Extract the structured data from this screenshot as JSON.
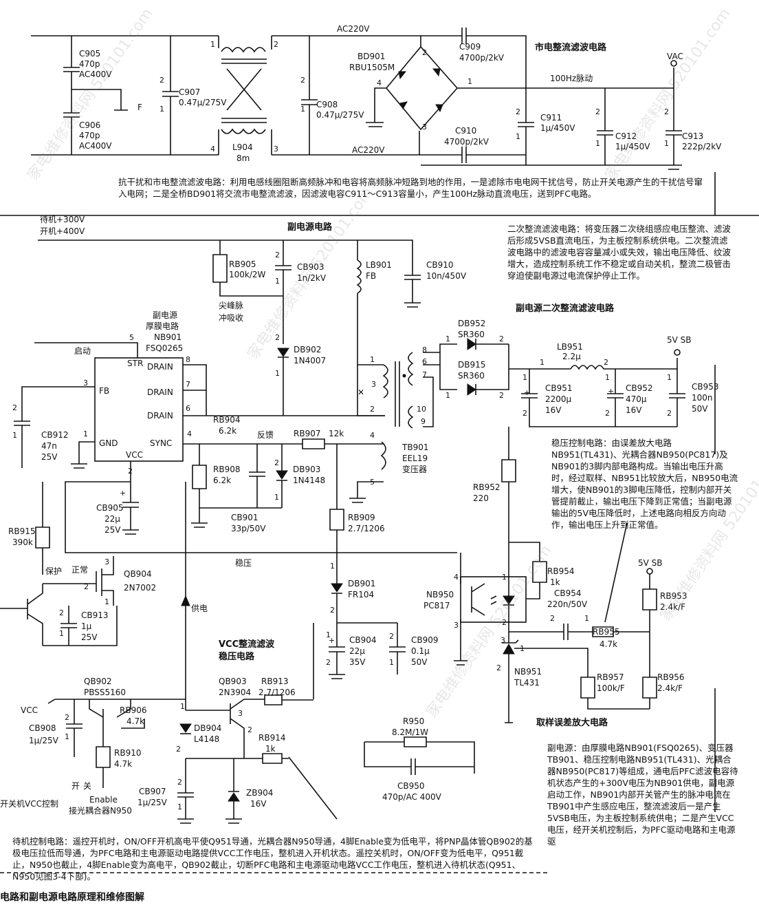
{
  "labels": {
    "mains_title": "市电整流滤波电路",
    "standby_title": "副电源电路",
    "secondary_title": "副电源二次整流滤波电路",
    "vcc_title_1": "VCC整流滤波",
    "vcc_title_2": "稳压电路",
    "sampling_title": "取样误差放大电路",
    "thick_film_1": "副电源",
    "thick_film_2": "厚膜电路",
    "spike_1": "尖峰脉",
    "spike_2": "冲吸收",
    "ac220_top": "AC220V",
    "ac220_bottom": "AC220V",
    "vac": "VAC",
    "pulse_100hz": "100Hz脉动",
    "standby_300": "待机+300V",
    "on_400": "开机+400V",
    "start": "启动",
    "feedback": "反馈",
    "regulation": "稳压",
    "supply": "供电",
    "protect": "保护",
    "normal": "正常",
    "vcc_left": "VCC",
    "switch": "开",
    "switch2": "关",
    "enable": "Enable",
    "to_optocoupler": "接光耦合器N950",
    "vcc_control": "开关机VCC控制",
    "5vsb_1": "5V SB",
    "5vsb_2": "5V SB",
    "fuse": "F",
    "footer": "电路和副电源电路原理和维修图解"
  },
  "components": {
    "C905": [
      "C905",
      "470p",
      "AC400V"
    ],
    "C906": [
      "C906",
      "470p",
      "AC400V"
    ],
    "C907": [
      "C907",
      "0.47μ/275V"
    ],
    "L904": [
      "L904",
      "8m"
    ],
    "C908": [
      "C908",
      "0.47μ/275V"
    ],
    "BD901": [
      "BD901",
      "RBU1505M"
    ],
    "C909": [
      "C909",
      "4700p/2kV"
    ],
    "C910": [
      "C910",
      "4700p/2kV"
    ],
    "C911": [
      "C911",
      "1μ/450V"
    ],
    "C912": [
      "C912",
      "1μ/450V"
    ],
    "C913": [
      "C913",
      "222p/2kV"
    ],
    "RB905": [
      "RB905",
      "100k/2W"
    ],
    "CB903": [
      "CB903",
      "1n/2kV"
    ],
    "LB901": [
      "LB901",
      "FB"
    ],
    "CB910": [
      "CB910",
      "10n/450V"
    ],
    "NB901": [
      "NB901",
      "FSQ0265"
    ],
    "DB902": [
      "DB902",
      "1N4007"
    ],
    "DB952": [
      "DB952",
      "SR360"
    ],
    "DB915": [
      "DB915",
      "SR360"
    ],
    "LB951": [
      "LB951",
      "2.2μ"
    ],
    "CB951": [
      "CB951",
      "2200μ",
      "16V"
    ],
    "CB952": [
      "CB952",
      "470μ",
      "16V"
    ],
    "CB953": [
      "CB953",
      "100n",
      "50V"
    ],
    "CB912": [
      "CB912",
      "47n",
      "25V"
    ],
    "RB904": [
      "RB904",
      "6.2k"
    ],
    "RB907": [
      "RB907",
      "12k"
    ],
    "RB908": [
      "RB908",
      "6.2k"
    ],
    "DB903": [
      "DB903",
      "1N4148"
    ],
    "CB901": [
      "CB901",
      "33p/50V"
    ],
    "TB901": [
      "TB901",
      "EEL19",
      "变压器"
    ],
    "CB905": [
      "CB905",
      "22μ",
      "25V"
    ],
    "RB915": [
      "RB915",
      "390k"
    ],
    "RB909": [
      "RB909",
      "2.7/1206"
    ],
    "RB952": [
      "RB952",
      "220"
    ],
    "QB904": [
      "QB904",
      "2N7002"
    ],
    "CB913": [
      "CB913",
      "1μ",
      "25V"
    ],
    "DB901": [
      "DB901",
      "FR104"
    ],
    "NB950": [
      "NB950",
      "PC817"
    ],
    "RB954": [
      "RB954",
      "1k"
    ],
    "CB954": [
      "CB954",
      "220n/50V"
    ],
    "RB955": [
      "RB955",
      "4.7k"
    ],
    "RB953": [
      "RB953",
      "2.4k/F"
    ],
    "CB904": [
      "CB904",
      "22μ",
      "35V"
    ],
    "CB909": [
      "CB909",
      "0.1μ",
      "50V"
    ],
    "NB951": [
      "NB951",
      "TL431"
    ],
    "RB957": [
      "RB957",
      "100k/F"
    ],
    "RB956": [
      "RB956",
      "2.4k/F"
    ],
    "QB902": [
      "QB902",
      "PBSS5160"
    ],
    "QB903": [
      "QB903",
      "2N3904"
    ],
    "RB913": [
      "RB913",
      "2.7/1206"
    ],
    "RB906": [
      "RB906",
      "4.7k"
    ],
    "DB904": [
      "DB904",
      "L4148"
    ],
    "RB914": [
      "RB914",
      "1k"
    ],
    "CB908": [
      "CB908",
      "1μ/25V"
    ],
    "RB910": [
      "RB910",
      "4.7k"
    ],
    "R950": [
      "R950",
      "8.2M/1W"
    ],
    "CB950": [
      "CB950",
      "470p/AC 400V"
    ],
    "CB907": [
      "CB907",
      "1μ/25V"
    ],
    "ZB904": [
      "ZB904",
      "16V"
    ]
  },
  "ic": {
    "STR": "STR",
    "DRAIN": "DRAIN",
    "FB": "FB",
    "GND": "GND",
    "SYNC": "SYNC",
    "VCC": "VCC"
  },
  "notes": {
    "emi": "抗干扰和市电整流滤波电路：利用电感线圈阻断高频脉冲和电容将高频脉冲短路到地的作用，一是滤除市电电网干扰信号，防止开关电源产生的干扰信号窜入电网；二是全桥BD901将交流市电整流滤波，因滤波电容C911～C913容量小，产生100Hz脉动直流电压，送到PFC电路。",
    "secondary": "二次整流滤波电路：将变压器二次绕组感应电压整流、滤波后形成5VSB直流电压，为主板控制系统供电。二次整流滤波电路中的滤波电容容量减小或失效，输出电压降低、纹波增大，造成控制系统工作不稳定或自动关机，整流二极管击穿迫使副电源过电流保护停止工作。",
    "regulation": "稳压控制电路：由误差放大电路NB951(TL431)、光耦合器NB950(PC817)及NB901的3脚内部电路构成。当输出电压升高时，经过取样、NB951比较放大后，NB950电流增大，使NB901的3脚电压降低，控制内部开关管提前截止，输出电压下降到正常值；当副电源输出的5V电压降低时，上述电路向相反方向动作，输出电压上升到正常值。",
    "standby": "副电源：由厚膜电路NB901(FSQ0265)、变压器TB901、稳压控制电路NB951(TL431)、光耦合器NB950(PC817)等组成，通电后PFC滤波电容待机状态产生的+300V电压为NB901供电，副电源启动工作，NB901内部开关管产生的脉冲电流在TB901中产生感应电压，整流滤波后一是产生5VSB电压，为主板控制系统供电；二是产生VCC电压，经开关机控制后，为PFC驱动电路和主电源驱",
    "standby_control": "待机控制电路：遥控开机时，ON/OFF开机高电平使Q951导通，光耦合器N950导通，4脚Enable变为低电平，将PNP晶体管QB902的基极电压拉低而导通，为PFC电路和主电源驱动电路提供VCC工作电压，整机进入开机状态。遥控关机时，ON/OFF变为低电平，Q951截止，N950也截止，4脚Enable变为高电平，QB902截止，切断PFC电路和主电源驱动电路VCC工作电压，整机进入待机状态(Q951、N950见图3-4下部)。"
  },
  "watermark": "家电维修资料网 520101.com"
}
